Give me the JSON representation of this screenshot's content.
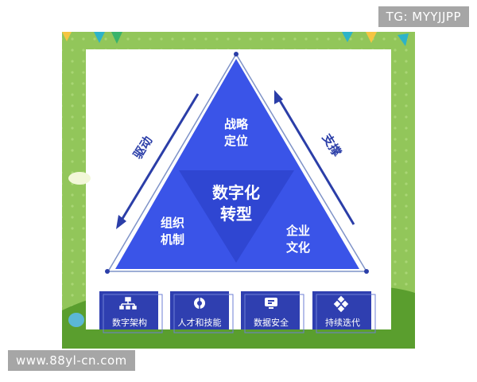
{
  "watermarks": {
    "top_right": "TG: MYYJJPP",
    "bottom_left": "www.88yl-cn.com"
  },
  "diagram": {
    "center": [
      "数字化",
      "转型"
    ],
    "top": [
      "战略",
      "定位"
    ],
    "left": [
      "组织",
      "机制"
    ],
    "right": [
      "企业",
      "文化"
    ],
    "arrow_left_label": "驱动",
    "arrow_right_label": "支撑"
  },
  "pillars": [
    {
      "label": "数字架构",
      "icon": "org-chart-icon"
    },
    {
      "label": "人才和技能",
      "icon": "talent-icon"
    },
    {
      "label": "数据安全",
      "icon": "monitor-icon"
    },
    {
      "label": "持续迭代",
      "icon": "iteration-icon"
    }
  ],
  "colors": {
    "triangle": "#3a54e8",
    "inner_triangle": "#2f46d2",
    "pillar": "#2f3fb0",
    "arrow": "#2b3ea8",
    "frame_green": "#8cc152",
    "grass": "#5a9e2e"
  }
}
